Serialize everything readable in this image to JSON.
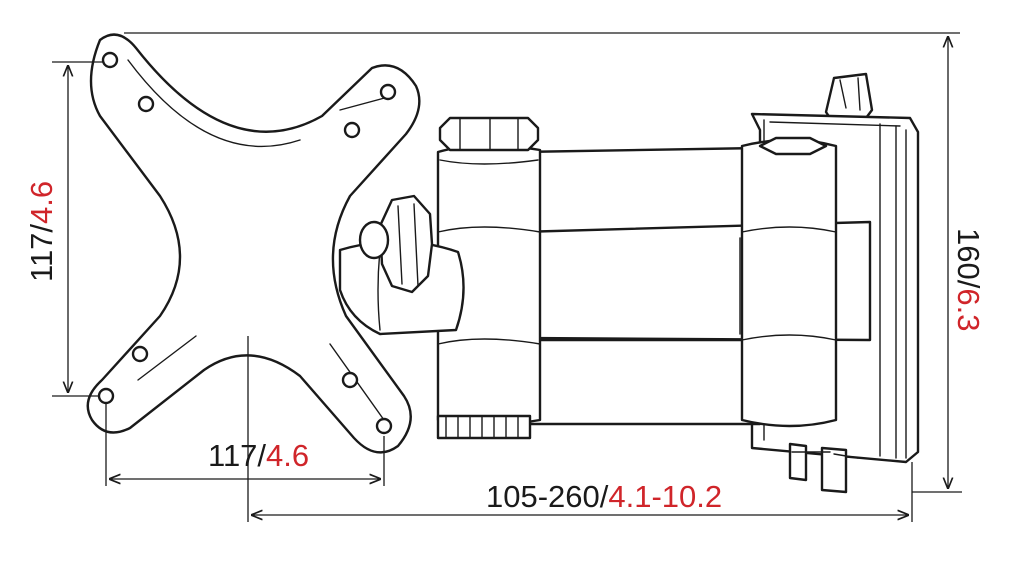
{
  "dimensions": {
    "plate_height": {
      "metric": "117/",
      "imperial": "4.6"
    },
    "plate_width": {
      "metric": "117/",
      "imperial": "4.6"
    },
    "extension": {
      "metric": "105-260/",
      "imperial": "4.1-10.2"
    },
    "total_height": {
      "metric": "160/",
      "imperial": "6.3"
    }
  },
  "colors": {
    "line": "#1a1a1a",
    "imperial_text": "#d0252a",
    "background": "#ffffff"
  }
}
